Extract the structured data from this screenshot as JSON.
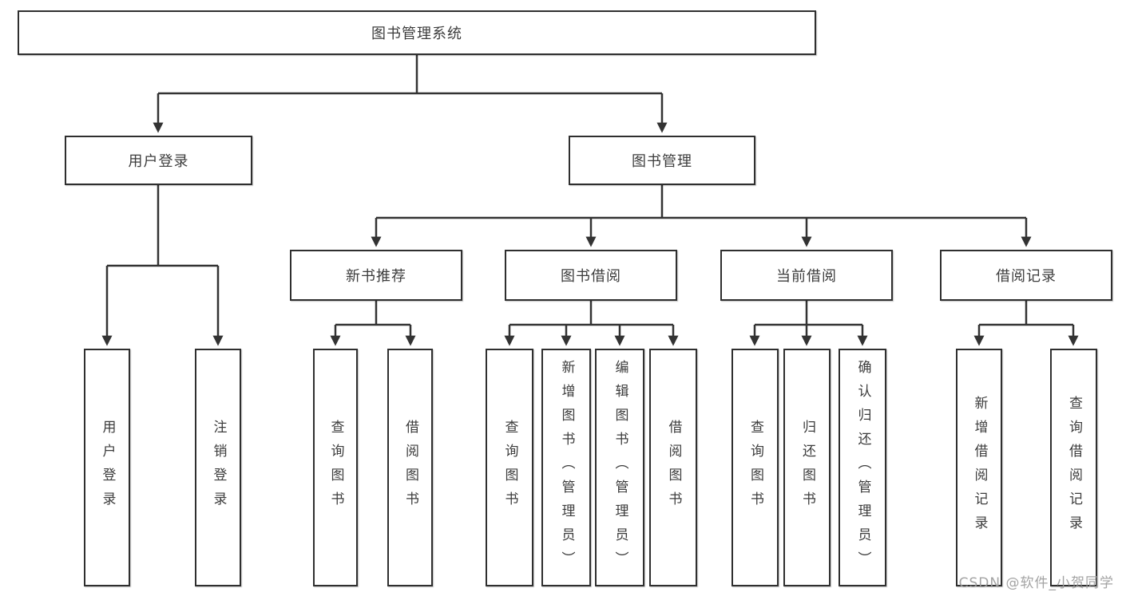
{
  "tree": {
    "label": "图书管理系统",
    "children": [
      {
        "label": "用户登录",
        "children": [
          {
            "label": "用户登录"
          },
          {
            "label": "注销登录"
          }
        ]
      },
      {
        "label": "图书管理",
        "children": [
          {
            "label": "新书推荐",
            "children": [
              {
                "label": "查询图书"
              },
              {
                "label": "借阅图书"
              }
            ]
          },
          {
            "label": "图书借阅",
            "children": [
              {
                "label": "查询图书"
              },
              {
                "label": "新增图书（管理员）"
              },
              {
                "label": "编辑图书（管理员）"
              },
              {
                "label": "借阅图书"
              }
            ]
          },
          {
            "label": "当前借阅",
            "children": [
              {
                "label": "查询图书"
              },
              {
                "label": "归还图书"
              },
              {
                "label": "确认归还（管理员）"
              }
            ]
          },
          {
            "label": "借阅记录",
            "children": [
              {
                "label": "新增借阅记录"
              },
              {
                "label": "查询借阅记录"
              }
            ]
          }
        ]
      }
    ]
  },
  "watermark": {
    "text": "CSDN @软件_小贺同学"
  },
  "colors": {
    "line": "#333333",
    "box_border": "#2f2f2f",
    "text": "#3c3c3c",
    "watermark": "#9e9e9e",
    "background": "#ffffff"
  }
}
